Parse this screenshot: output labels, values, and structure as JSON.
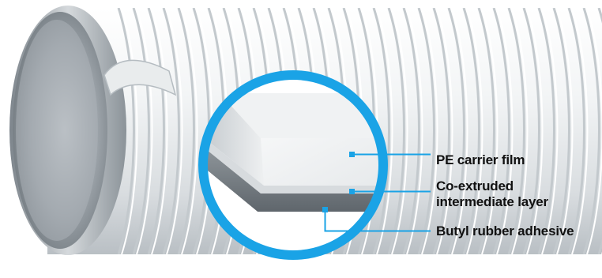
{
  "labels": {
    "pe_carrier_film": "PE carrier film",
    "co_extruded_line1": "Co-extruded",
    "co_extruded_line2": "intermediate layer",
    "butyl_rubber": "Butyl rubber adhesive"
  },
  "colors": {
    "accent_blue": "#1aa3e6",
    "tape_white": "#f2f4f5",
    "steel_grey": "#9ea5ab",
    "label_text": "#111111"
  },
  "icons": [
    "pipe-illustration",
    "magnifier-circle",
    "pointer-marker"
  ]
}
